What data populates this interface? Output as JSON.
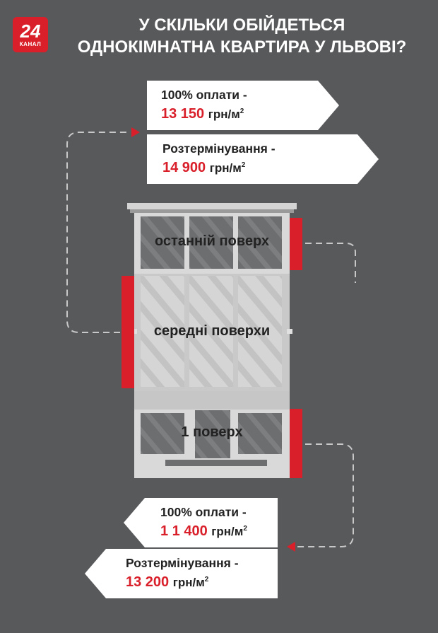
{
  "logo": {
    "number": "24",
    "subtitle": "КАНАЛ"
  },
  "title": {
    "line1": "У СКІЛЬКИ ОБІЙДЕТЬСЯ",
    "line2": "ОДНОКІМНАТНА КВАРТИРА У ЛЬВОВІ?"
  },
  "top_floor": {
    "label": "останній поверх",
    "full_payment": {
      "label": "100% оплати -",
      "price": "13 150",
      "unit": "грн/м",
      "sup": "2"
    },
    "installment": {
      "label": "Розтермінування -",
      "price": "14 900",
      "unit": "грн/м",
      "sup": "2"
    }
  },
  "middle_floors": {
    "label": "середні поверхи"
  },
  "first_floor": {
    "label": "1 поверх",
    "full_payment": {
      "label": "100% оплати -",
      "price": "1 1 400",
      "unit": "грн/м",
      "sup": "2"
    },
    "installment": {
      "label": "Розтермінування -",
      "price": "13 200",
      "unit": "грн/м",
      "sup": "2"
    }
  },
  "colors": {
    "background": "#58595b",
    "accent_red": "#d91f2a",
    "building": "#d9d9d9",
    "window": "#6d6e70",
    "tag_bg": "#ffffff",
    "dashed_line": "#c8c8c8"
  }
}
